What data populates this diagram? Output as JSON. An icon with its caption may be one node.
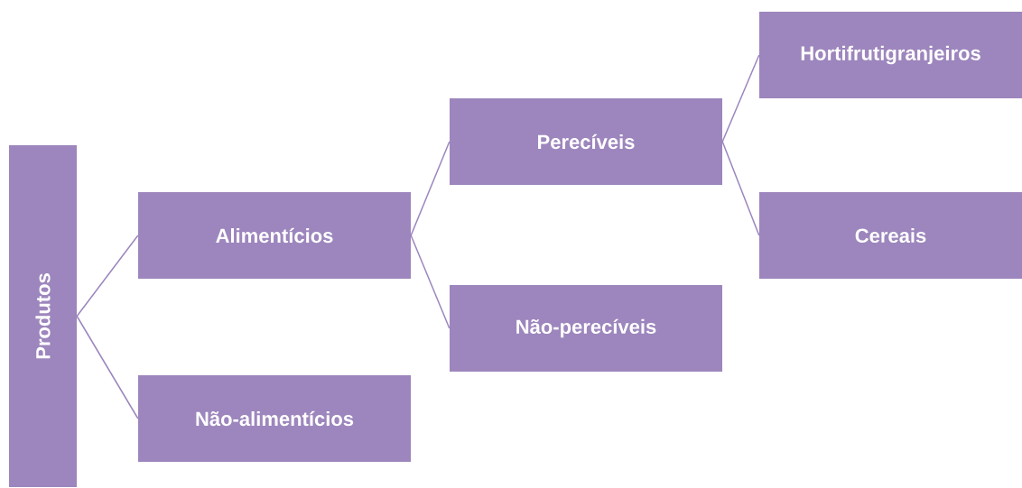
{
  "diagram": {
    "nodes": [
      {
        "text": [
          "Produtos"
        ]
      },
      {
        "text": [
          "Alimentícios"
        ]
      },
      {
        "text": [
          "Não-alimentícios"
        ]
      },
      {
        "text": [
          "Perecíveis"
        ]
      },
      {
        "text": [
          "Não-perecíveis"
        ]
      },
      {
        "text": [
          "Hortifrutigranjeiros"
        ]
      },
      {
        "text": [
          "Cereais"
        ]
      }
    ],
    "edges": [
      {
        "from": 0,
        "to": 1,
        "arrow": "none"
      },
      {
        "from": 0,
        "to": 2,
        "arrow": "none"
      },
      {
        "from": 1,
        "to": 3,
        "arrow": "none"
      },
      {
        "from": 1,
        "to": 4,
        "arrow": "none"
      },
      {
        "from": 3,
        "to": 5,
        "arrow": "none"
      },
      {
        "from": 3,
        "to": 6,
        "arrow": "none"
      }
    ]
  }
}
